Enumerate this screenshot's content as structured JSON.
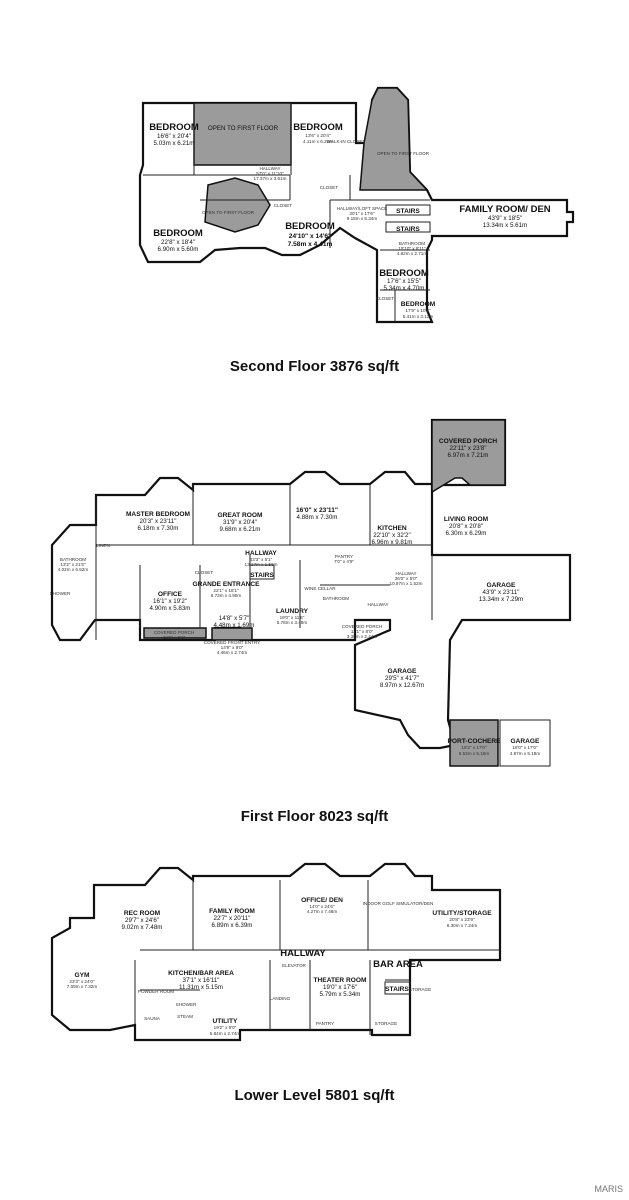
{
  "floors": {
    "second": {
      "title": "Second Floor 3876 sq/ft",
      "rooms": {
        "bedroom1": {
          "name": "BEDROOM",
          "dims": "16'6\" x 20'4\"",
          "metric": "5.03m x 6.21m"
        },
        "open1": {
          "name": "OPEN TO FIRST FLOOR"
        },
        "bedroom2": {
          "name": "BEDROOM",
          "dims": "13'6\" x 20'4\"",
          "metric": "4.11m x 6.21m"
        },
        "open2": {
          "name": "OPEN TO FIRST FLOOR"
        },
        "open3": {
          "name": "OPEN TO FIRST FLOOR"
        },
        "hallway": {
          "name": "HALLWAY",
          "dims": "57'0\" x 11'10\"",
          "metric": "17.37m x 3.61m"
        },
        "bedroom3": {
          "name": "BEDROOM",
          "dims": "22'8\" x 18'4\"",
          "metric": "6.90m x 5.60m"
        },
        "bedroom4": {
          "name": "BEDROOM",
          "dims": "24'10\" x 14'6\"",
          "metric": "7.58m x 4.41m"
        },
        "loft": {
          "name": "HALLWAY/LOFT SPACE",
          "dims": "30'1\" x 17'6\"",
          "metric": "9.18m x 5.34m"
        },
        "stairs1": {
          "name": "STAIRS"
        },
        "stairs2": {
          "name": "STAIRS"
        },
        "family": {
          "name": "FAMILY ROOM/ DEN",
          "dims": "43'9\" x 18'5\"",
          "metric": "13.34m x 5.61m"
        },
        "bath": {
          "name": "BATHROOM",
          "dims": "15'10\" x 8'11\"",
          "metric": "4.82m x 2.71m"
        },
        "bedroom5": {
          "name": "BEDROOM",
          "dims": "17'6\" x 15'5\"",
          "metric": "5.34m x 4.70m"
        },
        "bedroom6": {
          "name": "BEDROOM",
          "dims": "17'9\" x 10'3\"",
          "metric": "5.41m x 3.12m"
        },
        "closet1": {
          "name": "CLOSET"
        },
        "closet2": {
          "name": "CLOSET"
        },
        "closet3": {
          "name": "CLOSET"
        },
        "walkin": {
          "name": "WALK-IN CLOSET"
        }
      }
    },
    "first": {
      "title": "First Floor 8023 sq/ft",
      "rooms": {
        "covered_porch": {
          "name": "COVERED PORCH",
          "dims": "22'11\" x 23'8\"",
          "metric": "6.97m x 7.21m"
        },
        "master": {
          "name": "MASTER BEDROOM",
          "dims": "20'3\" x 23'11\"",
          "metric": "6.18m x 7.30m"
        },
        "great": {
          "name": "GREAT ROOM",
          "dims": "31'9\" x 20'4\"",
          "metric": "9.68m x 6.21m"
        },
        "room16": {
          "dims": "16'0\" x 23'11\"",
          "metric": "4.88m x 7.30m"
        },
        "kitchen": {
          "name": "KITCHEN",
          "dims": "22'10\" x 32'2\"",
          "metric": "6.96m x 9.81m"
        },
        "living": {
          "name": "LIVING ROOM",
          "dims": "20'8\" x 20'8\"",
          "metric": "6.30m x 6.29m"
        },
        "hallway": {
          "name": "HALLWAY",
          "dims": "43'3\" x 5'1\"",
          "metric": "13.17m x 1.56m"
        },
        "stairs": {
          "name": "STAIRS"
        },
        "bath": {
          "name": "BATHROOM",
          "dims": "13'2\" x 21'5\"",
          "metric": "4.02m x 6.52m"
        },
        "linen": {
          "name": "LINEN"
        },
        "office": {
          "name": "OFFICE",
          "dims": "16'1\" x 19'2\"",
          "metric": "4.90m x 5.83m"
        },
        "grande": {
          "name": "GRANDE ENTRANCE",
          "dims": "22'1\" x 16'1\"",
          "metric": "6.73m x 4.90m"
        },
        "closet": {
          "name": "CLOSET"
        },
        "foyer": {
          "dims": "14'8\" x 5'7\"",
          "metric": "4.48m x 1.69m"
        },
        "laundry": {
          "name": "LAUNDRY",
          "dims": "19'0\" x 11'5\"",
          "metric": "5.78m x 3.48m"
        },
        "wine": {
          "name": "WINE CELLAR"
        },
        "pantry": {
          "name": "PANTRY",
          "dims": "7'0\" x 4'9\"",
          "metric": ""
        },
        "hall2": {
          "name": "HALLWAY",
          "dims": "36'0\" x 5'0\"",
          "metric": "10.97m x 1.52m"
        },
        "garage1": {
          "name": "GARAGE",
          "dims": "43'9\" x 23'11\"",
          "metric": "13.34m x 7.29m"
        },
        "covered_porch2": {
          "name": "COVERED PORCH",
          "dims": "22'6\" x 9'6\"",
          "metric": ""
        },
        "covered_porch3": {
          "name": "COVERED PORCH",
          "dims": "11'1\" x 8'0\"",
          "metric": "3.38m x 2.44m"
        },
        "covered_front": {
          "name": "COVERED FRONT ENTRY",
          "dims": "14'9\" x 9'0\"",
          "metric": "4.46m x 2.74m"
        },
        "garage2": {
          "name": "GARAGE",
          "dims": "29'5\" x 41'7\"",
          "metric": "8.97m x 12.67m"
        },
        "porte": {
          "name": "PORT-COCHERE",
          "dims": "18'2\" x 17'0\"",
          "metric": "5.53m x 5.18m"
        },
        "garage3": {
          "name": "GARAGE",
          "dims": "16'0\" x 17'0\"",
          "metric": "4.87m x 5.18m"
        },
        "hallway3": {
          "name": "HALLWAY"
        },
        "bath_s": {
          "name": "BATHROOM"
        },
        "shower": {
          "name": "SHOWER"
        }
      }
    },
    "lower": {
      "title": "Lower Level 5801 sq/ft",
      "rooms": {
        "rec": {
          "name": "REC ROOM",
          "dims": "29'7\" x 24'6\"",
          "metric": "9.02m x 7.48m"
        },
        "family": {
          "name": "FAMILY ROOM",
          "dims": "22'7\" x 20'11\"",
          "metric": "6.89m x 6.39m"
        },
        "office": {
          "name": "OFFICE/ DEN",
          "dims": "14'0\" x 24'6\"",
          "metric": "4.27m x 7.48m"
        },
        "golf": {
          "name": "INDOOR GOLF SIMULATOR/DEN",
          "dims": "",
          "metric": ""
        },
        "utility": {
          "name": "UTILITY/STORAGE",
          "dims": "20'8\" x 23'9\"",
          "metric": "6.30m x 7.24m"
        },
        "hallway": {
          "name": "HALLWAY"
        },
        "bar": {
          "name": "BAR AREA"
        },
        "gym": {
          "name": "GYM",
          "dims": "23'3\" x 24'0\"",
          "metric": "7.09m x 7.32m"
        },
        "kitchen_bar": {
          "name": "KITCHEN/BAR AREA",
          "dims": "37'1\" x 16'11\"",
          "metric": "11.31m x 5.15m"
        },
        "theater": {
          "name": "THEATER ROOM",
          "dims": "19'0\" x 17'6\"",
          "metric": "5.79m x 5.34m"
        },
        "stairs": {
          "name": "STAIRS"
        },
        "storage1": {
          "name": "STORAGE"
        },
        "storage2": {
          "name": "STORAGE"
        },
        "pantry": {
          "name": "PANTRY"
        },
        "landing": {
          "name": "LANDING"
        },
        "utility2": {
          "name": "UTILITY",
          "dims": "19'2\" x 9'0\"",
          "metric": "5.84m x 2.74m"
        },
        "sauna": {
          "name": "SAUNA"
        },
        "steam": {
          "name": "STEAM"
        },
        "shower": {
          "name": "SHOWER"
        },
        "powder": {
          "name": "POWDER ROOM"
        },
        "elevator": {
          "name": "ELEVATOR"
        }
      }
    }
  },
  "watermark": "MARIS"
}
